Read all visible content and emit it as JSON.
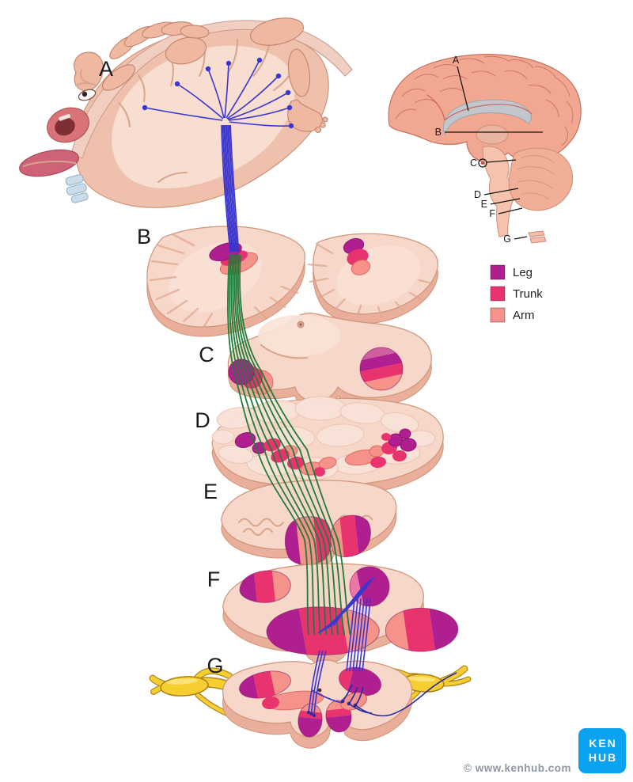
{
  "sections": [
    {
      "id": "A",
      "label": "A"
    },
    {
      "id": "B",
      "label": "B"
    },
    {
      "id": "C",
      "label": "C"
    },
    {
      "id": "D",
      "label": "D"
    },
    {
      "id": "E",
      "label": "E"
    },
    {
      "id": "F",
      "label": "F"
    },
    {
      "id": "G",
      "label": "G"
    }
  ],
  "inset_labels": [
    "A",
    "B",
    "C",
    "D",
    "E",
    "F",
    "G"
  ],
  "legend": {
    "items": [
      {
        "label": "Leg",
        "color": "#b01f8f"
      },
      {
        "label": "Trunk",
        "color": "#e9336f"
      },
      {
        "label": "Arm",
        "color": "#f5928a"
      }
    ]
  },
  "palette": {
    "leg": "#b01f8f",
    "trunk": "#e9336f",
    "arm": "#f5928a",
    "pink_stripe": "#cf5f9e",
    "pink_light": "#ec76a6",
    "fiber_blue": "#3a36cf",
    "fiber_green": "#1f7c39",
    "fiber_navy": "#2a2ba0",
    "nerve_yellow": "#f6ce30",
    "nerve_outline": "#a67a10",
    "tissue_top": "#f6d7c9",
    "tissue_side": "#e9af9a",
    "tissue_outline": "#cf9478",
    "tissue_pale": "#f9e2d7",
    "inset_brain": "#f2a890",
    "inset_outline": "#c4705c",
    "inset_gray": "#c3c7cd",
    "label_color": "#1a1a1a",
    "copyright_color": "#8c98a4",
    "logo_blue": "#0ba2ef"
  },
  "footer": {
    "copyright": "© www.kenhub.com",
    "logo_top": "KEN",
    "logo_bottom": "HUB",
    "logo_color": "#0ba2ef"
  }
}
